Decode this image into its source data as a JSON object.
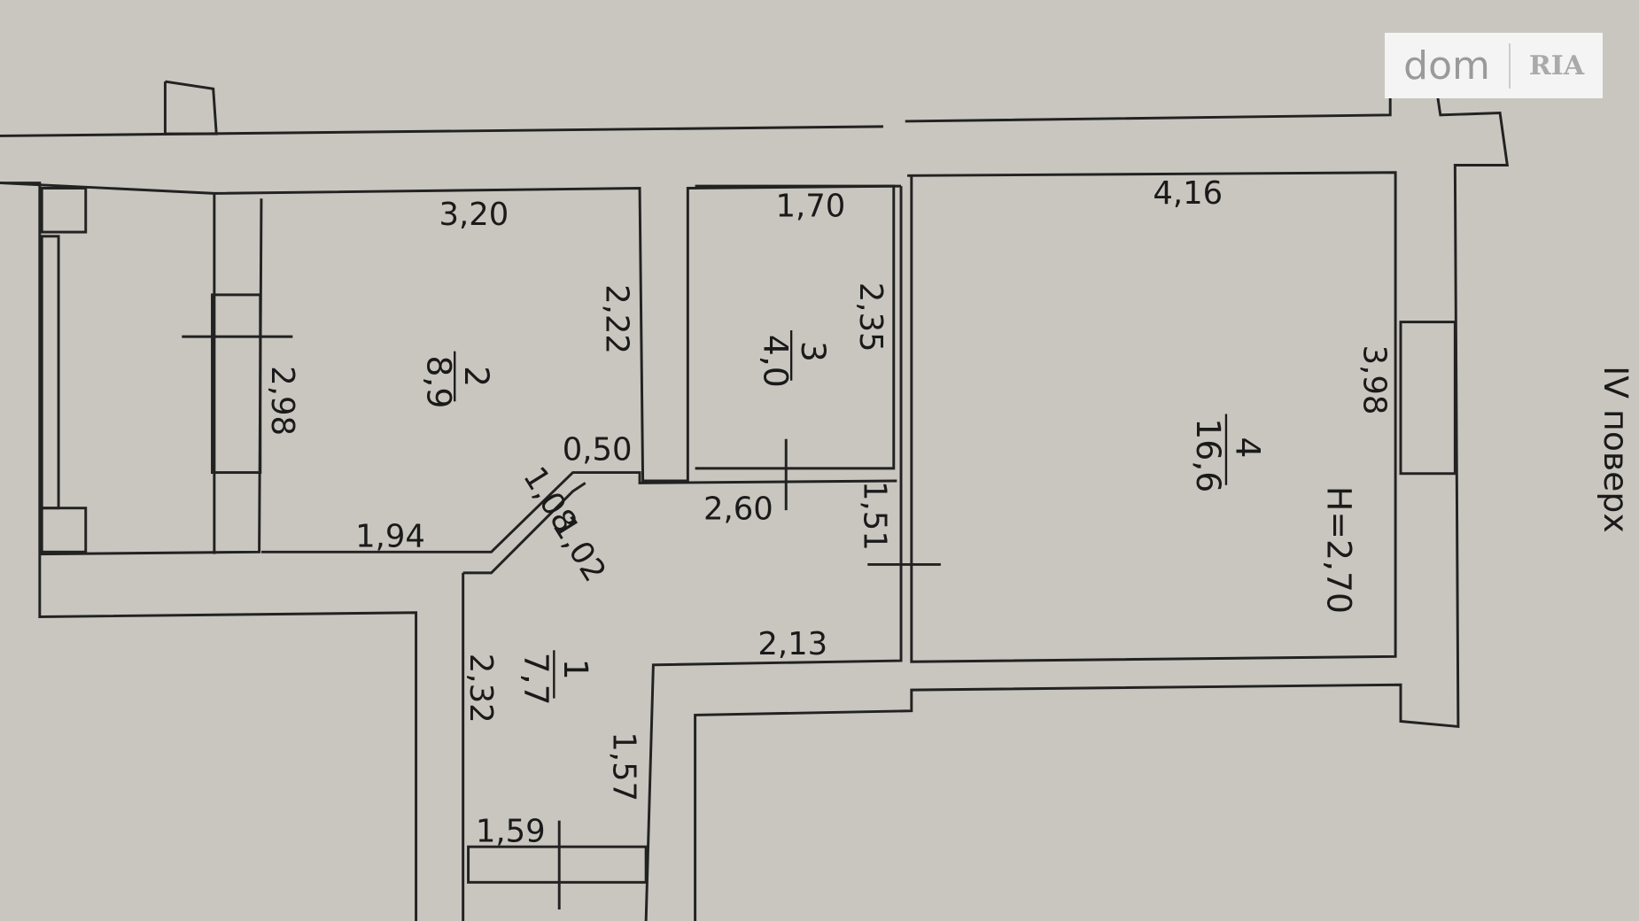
{
  "logo": {
    "part1": "dom",
    "part2": "RIA"
  },
  "floor_label": "IV поверх",
  "height_label": "H=2,70",
  "rooms": [
    {
      "number": "1",
      "area": "7,7"
    },
    {
      "number": "2",
      "area": "8,9"
    },
    {
      "number": "3",
      "area": "4,0"
    },
    {
      "number": "4",
      "area": "16,6"
    }
  ],
  "dimensions": {
    "d320": "3,20",
    "d170": "1,70",
    "d416": "4,16",
    "d222": "2,22",
    "d235": "2,35",
    "d398": "3,98",
    "d298": "2,98",
    "d050": "0,50",
    "d108": "1,08",
    "d102": "1,02",
    "d260": "2,60",
    "d151": "1,51",
    "d194": "1,94",
    "d213": "2,13",
    "d232": "2,32",
    "d157": "1,57",
    "d159": "1,59"
  }
}
